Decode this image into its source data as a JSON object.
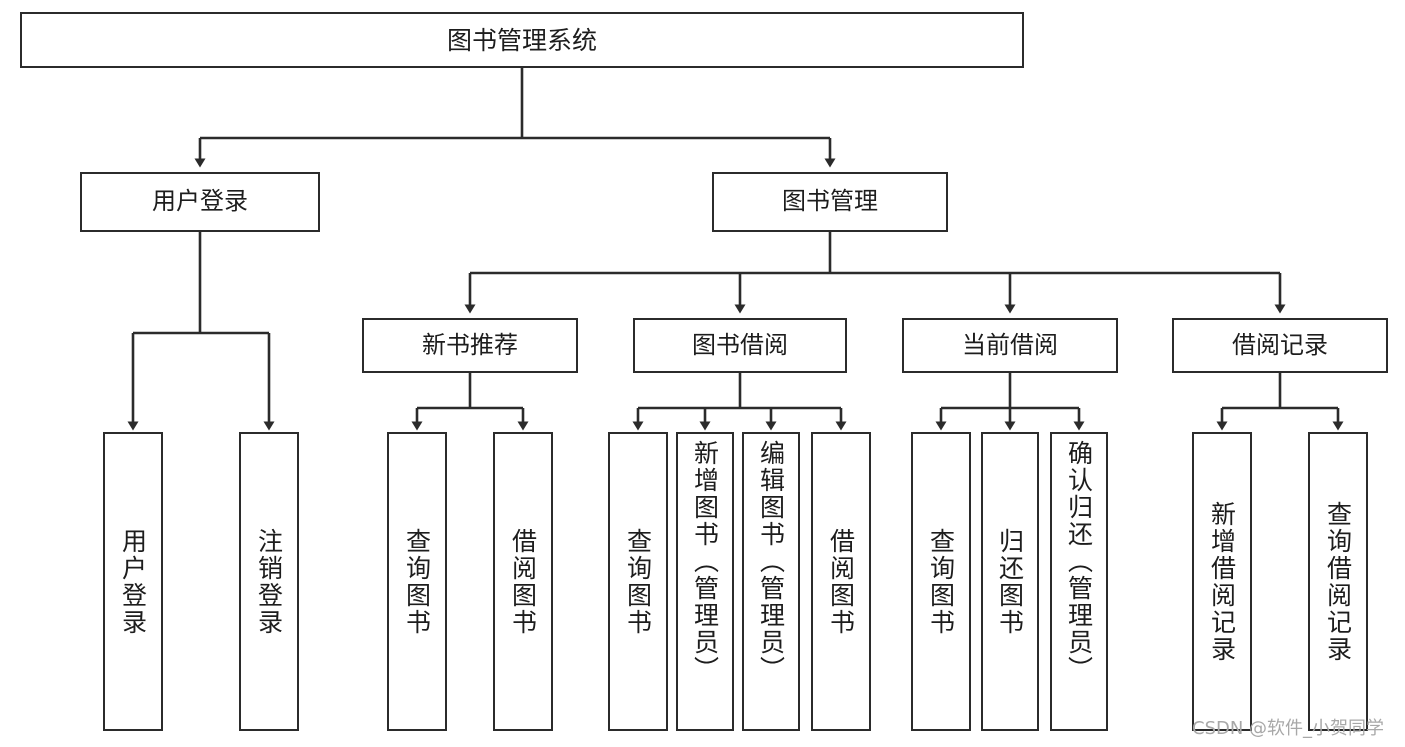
{
  "diagram": {
    "title": "图书管理系统",
    "type": "tree",
    "root": {
      "label": "图书管理系统"
    },
    "level2": [
      {
        "label": "用户登录"
      },
      {
        "label": "图书管理"
      }
    ],
    "level3": [
      {
        "label": "新书推荐"
      },
      {
        "label": "图书借阅"
      },
      {
        "label": "当前借阅"
      },
      {
        "label": "借阅记录"
      }
    ],
    "leaves": {
      "user_login": [
        {
          "label": "用户登录"
        },
        {
          "label": "注销登录"
        }
      ],
      "new_book_recommend": [
        {
          "label": "查询图书"
        },
        {
          "label": "借阅图书"
        }
      ],
      "book_borrow": [
        {
          "label": "查询图书"
        },
        {
          "label": "新增图书（管理员）"
        },
        {
          "label": "编辑图书（管理员）"
        },
        {
          "label": "借阅图书"
        }
      ],
      "current_borrow": [
        {
          "label": "查询图书"
        },
        {
          "label": "归还图书"
        },
        {
          "label": "确认归还（管理员）"
        }
      ],
      "borrow_record": [
        {
          "label": "新增借阅记录"
        },
        {
          "label": "查询借阅记录"
        }
      ]
    }
  },
  "watermark": {
    "text": "CSDN @软件_小贺同学"
  },
  "colors": {
    "border": "#2b2b2b",
    "background": "#ffffff",
    "text": "#1d1d1d",
    "watermark": "#a8a8a8"
  }
}
